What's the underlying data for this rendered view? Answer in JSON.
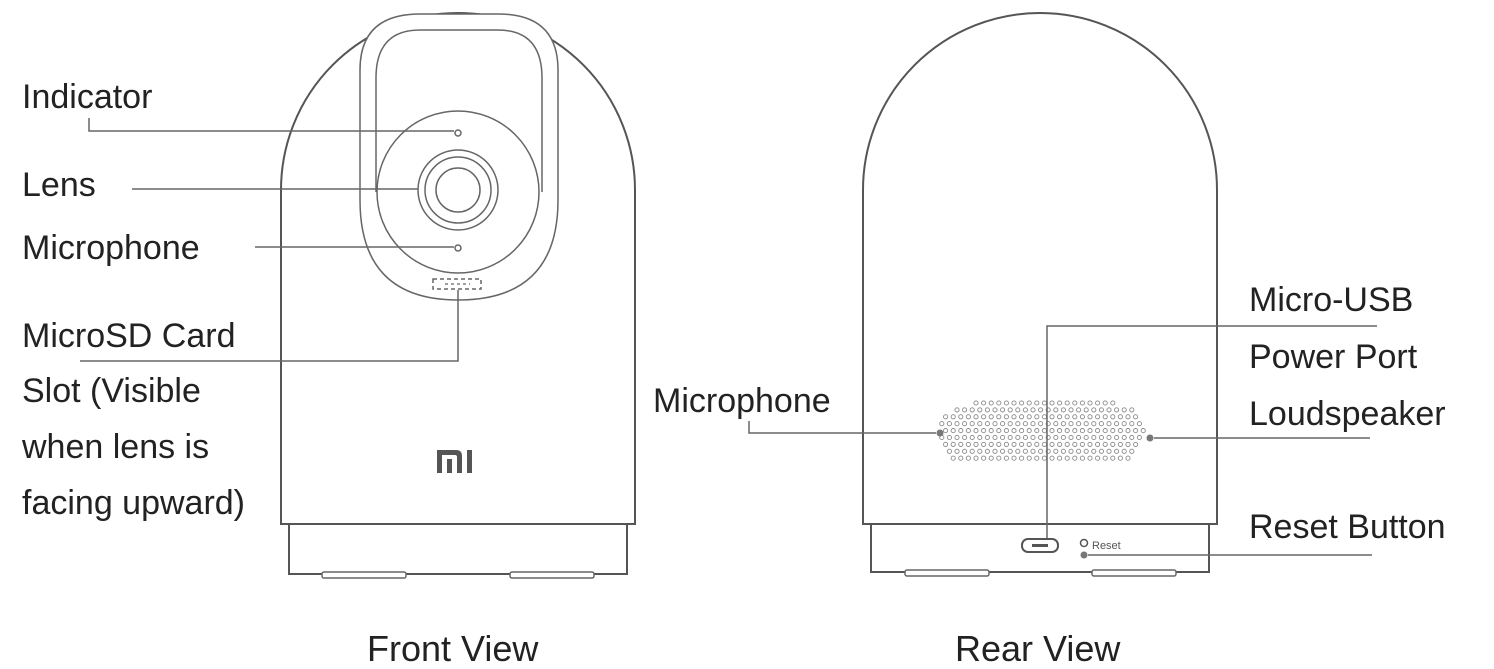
{
  "front": {
    "caption": "Front View",
    "logo": "MI",
    "labels": {
      "indicator": "Indicator",
      "lens": "Lens",
      "microphone": "Microphone",
      "microsd_line1": "MicroSD Card",
      "microsd_line2": "Slot (Visible",
      "microsd_line3": "when lens is",
      "microsd_line4": "facing upward)"
    }
  },
  "rear": {
    "caption": "Rear View",
    "reset_mark": "Reset",
    "labels": {
      "microphone": "Microphone",
      "usb_line1": "Micro-USB",
      "usb_line2": "Power Port",
      "loudspeaker": "Loudspeaker",
      "reset": "Reset Button"
    }
  }
}
